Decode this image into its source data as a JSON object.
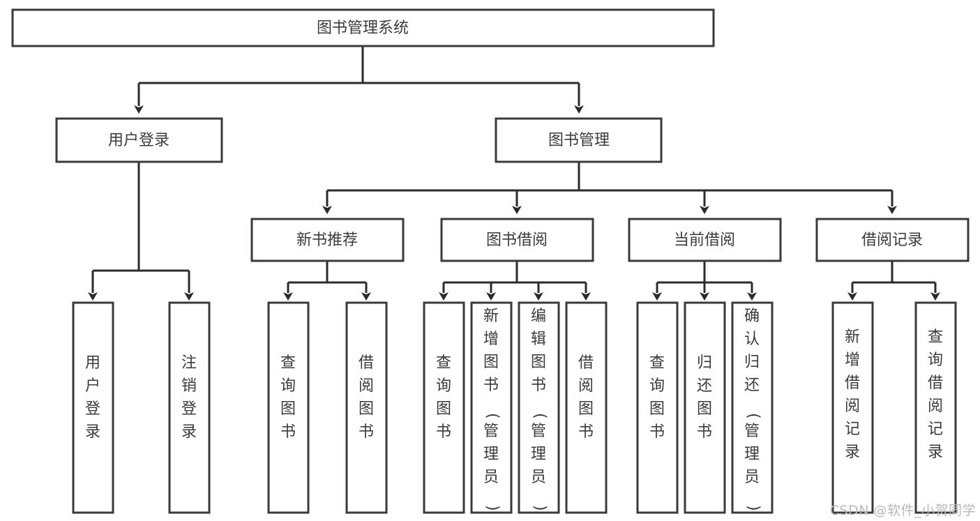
{
  "diagram": {
    "title": "图书管理系统",
    "type": "tree",
    "colors": {
      "box_fill": "#ffffff",
      "box_stroke": "#3a3a3a",
      "connector": "#2b2b2b",
      "text": "#3b3b3b",
      "watermark": "#b9b9b9",
      "background": "#ffffff"
    },
    "root": {
      "label": "图书管理系统"
    },
    "level2": [
      {
        "label": "用户登录"
      },
      {
        "label": "图书管理"
      }
    ],
    "level3": [
      {
        "label": "新书推荐"
      },
      {
        "label": "图书借阅"
      },
      {
        "label": "当前借阅"
      },
      {
        "label": "借阅记录"
      }
    ],
    "leaves": {
      "user_login": [
        {
          "label": "用户登录"
        },
        {
          "label": "注销登录"
        }
      ],
      "new_book_recommend": [
        {
          "label": "查询图书"
        },
        {
          "label": "借阅图书"
        }
      ],
      "book_borrow": [
        {
          "label": "查询图书"
        },
        {
          "label": "新增图书（管理员）"
        },
        {
          "label": "编辑图书（管理员）"
        },
        {
          "label": "借阅图书"
        }
      ],
      "current_borrow": [
        {
          "label": "查询图书"
        },
        {
          "label": "归还图书"
        },
        {
          "label": "确认归还（管理员）"
        }
      ],
      "borrow_record": [
        {
          "label": "新增借阅记录"
        },
        {
          "label": "查询借阅记录"
        }
      ]
    }
  },
  "watermark": {
    "text": "CSDN @软件_小贺同学"
  }
}
